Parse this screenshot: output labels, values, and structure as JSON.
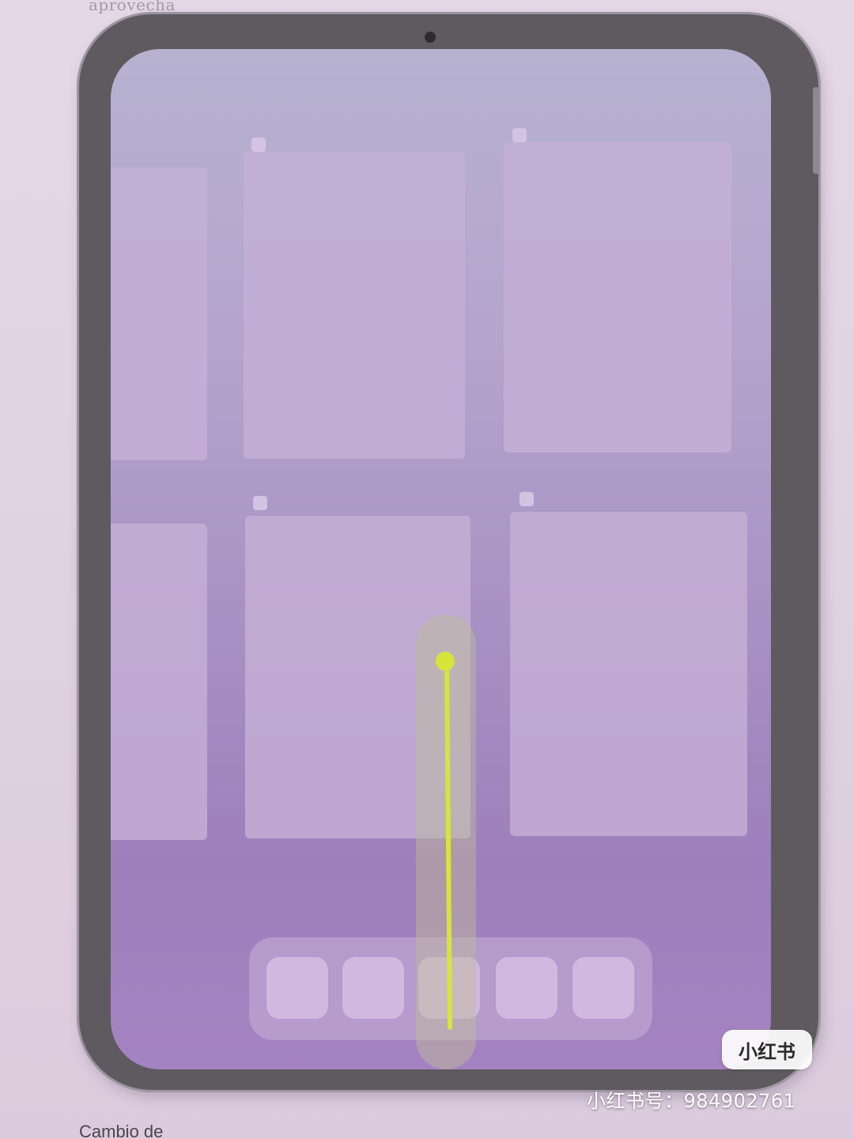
{
  "page": {
    "top_text": "aprovecha",
    "bottom_text": "Cambio de"
  },
  "device": {
    "screen": {
      "app_cards": [
        {
          "name": "app-card-top-left"
        },
        {
          "name": "app-card-top-middle"
        },
        {
          "name": "app-card-top-right"
        },
        {
          "name": "app-card-bottom-left"
        },
        {
          "name": "app-card-bottom-middle"
        },
        {
          "name": "app-card-bottom-right"
        }
      ],
      "dock": {
        "app_count": 5,
        "apps": [
          "dock-app",
          "dock-app",
          "dock-app",
          "dock-app",
          "dock-app"
        ]
      },
      "gesture": {
        "type": "swipe-up",
        "highlight_color": "#d7e43c"
      }
    }
  },
  "watermark": {
    "badge": "小红书",
    "id_text": "小红书号：984902761"
  }
}
